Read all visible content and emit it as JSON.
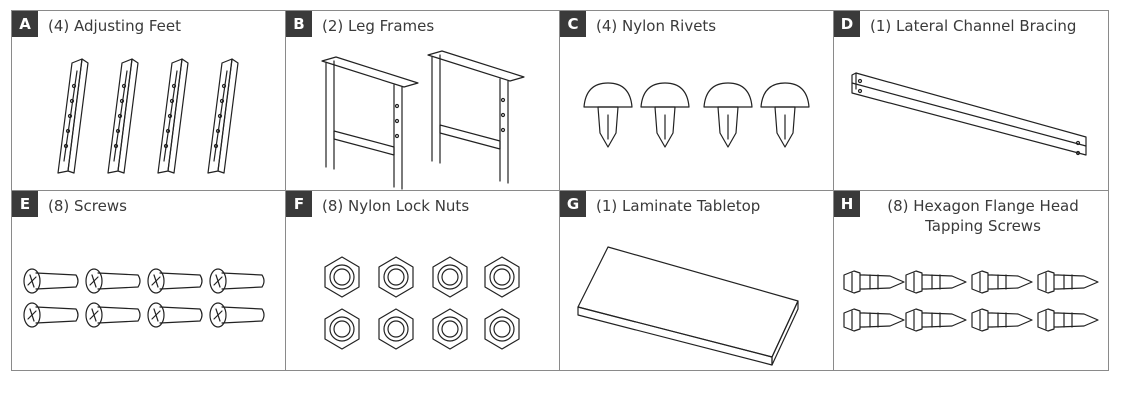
{
  "parts": [
    {
      "letter": "A",
      "label": "(4) Adjusting Feet"
    },
    {
      "letter": "B",
      "label": "(2) Leg Frames"
    },
    {
      "letter": "C",
      "label": "(4) Nylon Rivets"
    },
    {
      "letter": "D",
      "label": "(1) Lateral Channel Bracing"
    },
    {
      "letter": "E",
      "label": "(8) Screws"
    },
    {
      "letter": "F",
      "label": "(8) Nylon Lock Nuts"
    },
    {
      "letter": "G",
      "label": "(1) Laminate Tabletop"
    },
    {
      "letter": "H",
      "label": "(8) Hexagon Flange Head Tapping Screws"
    }
  ],
  "colors": {
    "badge": "#3a3a3a",
    "border": "#8a8a8a",
    "text": "#3a3a3a"
  },
  "icons": [
    "adjusting-foot-icon",
    "leg-frame-icon",
    "nylon-rivet-icon",
    "channel-bracing-icon",
    "screw-icon",
    "lock-nut-icon",
    "tabletop-icon",
    "flange-screw-icon"
  ]
}
